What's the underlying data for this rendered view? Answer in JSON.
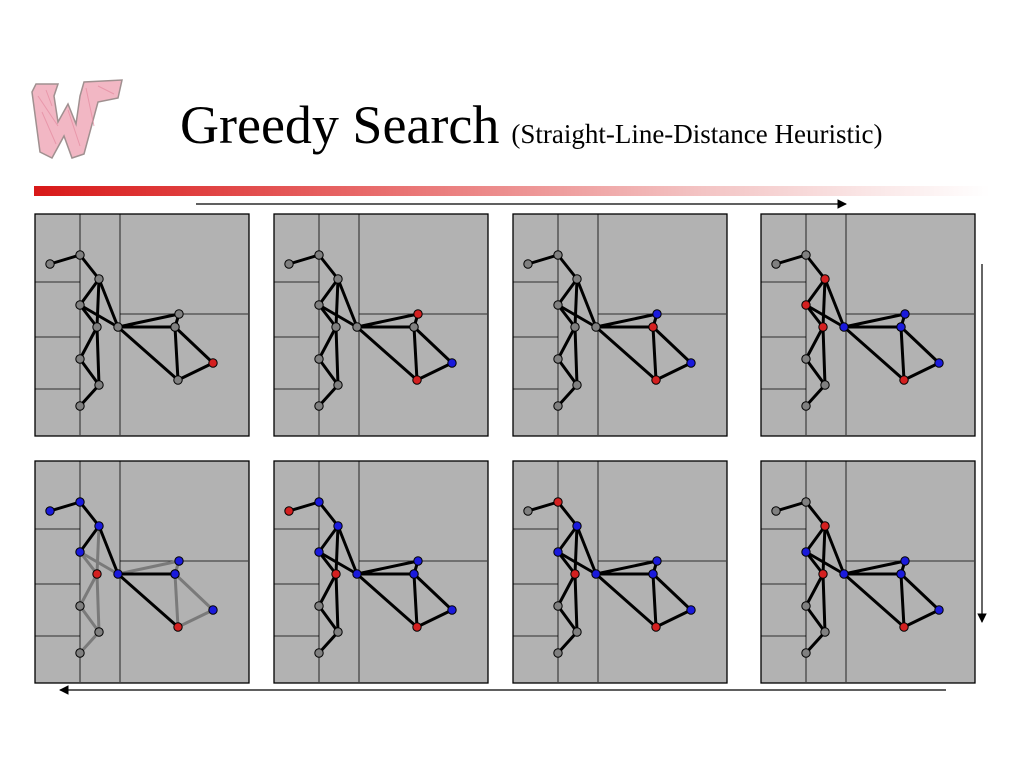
{
  "title": {
    "main": "Greedy Search",
    "subtitle": "(Straight-Line-Distance Heuristic)"
  },
  "colors": {
    "panel_bg": "#b2b2b2",
    "unvisited": "#808080",
    "frontier": "#d42020",
    "expanded": "#1a1adc",
    "edge_active": "#000000",
    "edge_faded": "#7a7a7a",
    "title_bar_start": "#d81818"
  },
  "panels": [
    {
      "name": "step-1",
      "nodes": {
        "A": "grey",
        "B": "grey",
        "C": "grey",
        "D": "grey",
        "E": "grey",
        "F": "grey",
        "G": "grey",
        "H": "grey",
        "I": "grey",
        "J": "grey",
        "K": "grey",
        "L": "grey",
        "M": "red",
        "N": "grey"
      }
    },
    {
      "name": "step-2",
      "nodes": {
        "A": "grey",
        "B": "grey",
        "C": "grey",
        "D": "grey",
        "E": "grey",
        "F": "grey",
        "G": "grey",
        "H": "grey",
        "I": "grey",
        "J": "grey",
        "K": "grey",
        "L": "red",
        "M": "blue",
        "N": "red"
      }
    },
    {
      "name": "step-3",
      "nodes": {
        "A": "grey",
        "B": "grey",
        "C": "grey",
        "D": "grey",
        "E": "grey",
        "F": "grey",
        "G": "grey",
        "H": "grey",
        "I": "grey",
        "J": "red",
        "K": "red",
        "L": "blue",
        "M": "blue",
        "N": "red"
      }
    },
    {
      "name": "step-4",
      "nodes": {
        "A": "grey",
        "B": "grey",
        "C": "red",
        "D": "red",
        "E": "red",
        "F": "grey",
        "G": "grey",
        "H": "grey",
        "I": "blue",
        "J": "red",
        "K": "blue",
        "L": "blue",
        "M": "blue",
        "N": "red"
      }
    },
    {
      "name": "step-8",
      "fadeEdges": true,
      "nodes": {
        "A": "blue",
        "B": "blue",
        "C": "blue",
        "D": "blue",
        "E": "red",
        "F": "grey",
        "G": "grey",
        "H": "grey",
        "I": "blue",
        "J": "red",
        "K": "blue",
        "L": "blue",
        "M": "blue",
        "N": "red"
      }
    },
    {
      "name": "step-7",
      "nodes": {
        "A": "red",
        "B": "blue",
        "C": "blue",
        "D": "blue",
        "E": "red",
        "F": "grey",
        "G": "grey",
        "H": "grey",
        "I": "blue",
        "J": "red",
        "K": "blue",
        "L": "blue",
        "M": "blue",
        "N": "red"
      }
    },
    {
      "name": "step-6",
      "nodes": {
        "A": "grey",
        "B": "red",
        "C": "blue",
        "D": "blue",
        "E": "red",
        "F": "grey",
        "G": "grey",
        "H": "grey",
        "I": "blue",
        "J": "red",
        "K": "blue",
        "L": "blue",
        "M": "blue",
        "N": "red"
      }
    },
    {
      "name": "step-5",
      "nodes": {
        "A": "grey",
        "B": "grey",
        "C": "red",
        "D": "blue",
        "E": "red",
        "F": "grey",
        "G": "grey",
        "H": "grey",
        "I": "blue",
        "J": "red",
        "K": "blue",
        "L": "blue",
        "M": "blue",
        "N": "red"
      }
    }
  ]
}
